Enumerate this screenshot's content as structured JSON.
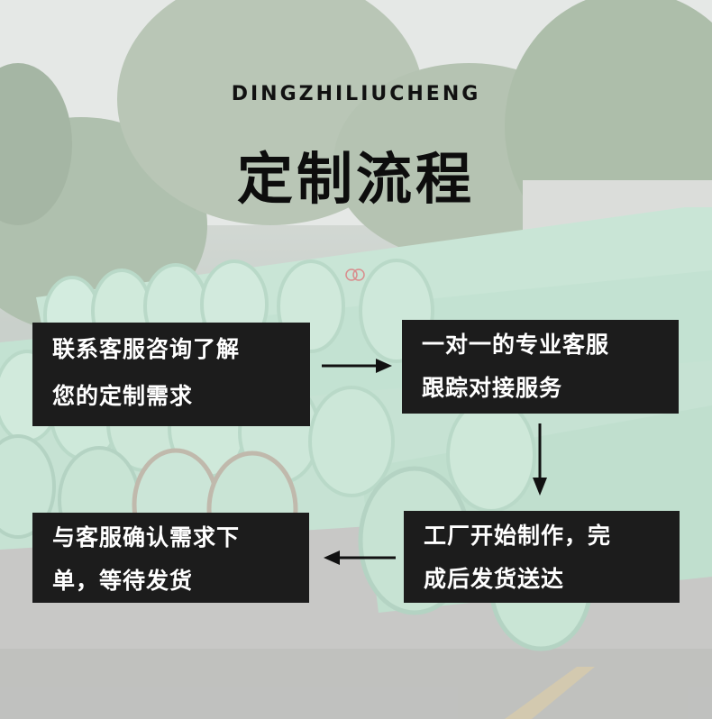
{
  "header": {
    "subtitle": "DINGZHILIUCHENG",
    "title": "定制流程"
  },
  "steps": [
    {
      "line1": "联系客服咨询了解",
      "line2": "您的定制需求"
    },
    {
      "line1": "一对一的专业客服",
      "line2": "跟踪对接服务"
    },
    {
      "line1": "工厂开始制作，完",
      "line2": "成后发货送达"
    },
    {
      "line1": "与客服确认需求下",
      "line2": "单，等待发货"
    }
  ],
  "colors": {
    "box_background": "#1c1c1c",
    "box_text": "#ffffff",
    "pipe_green": "#9ccfb3",
    "title_text": "#0d0d0d"
  }
}
